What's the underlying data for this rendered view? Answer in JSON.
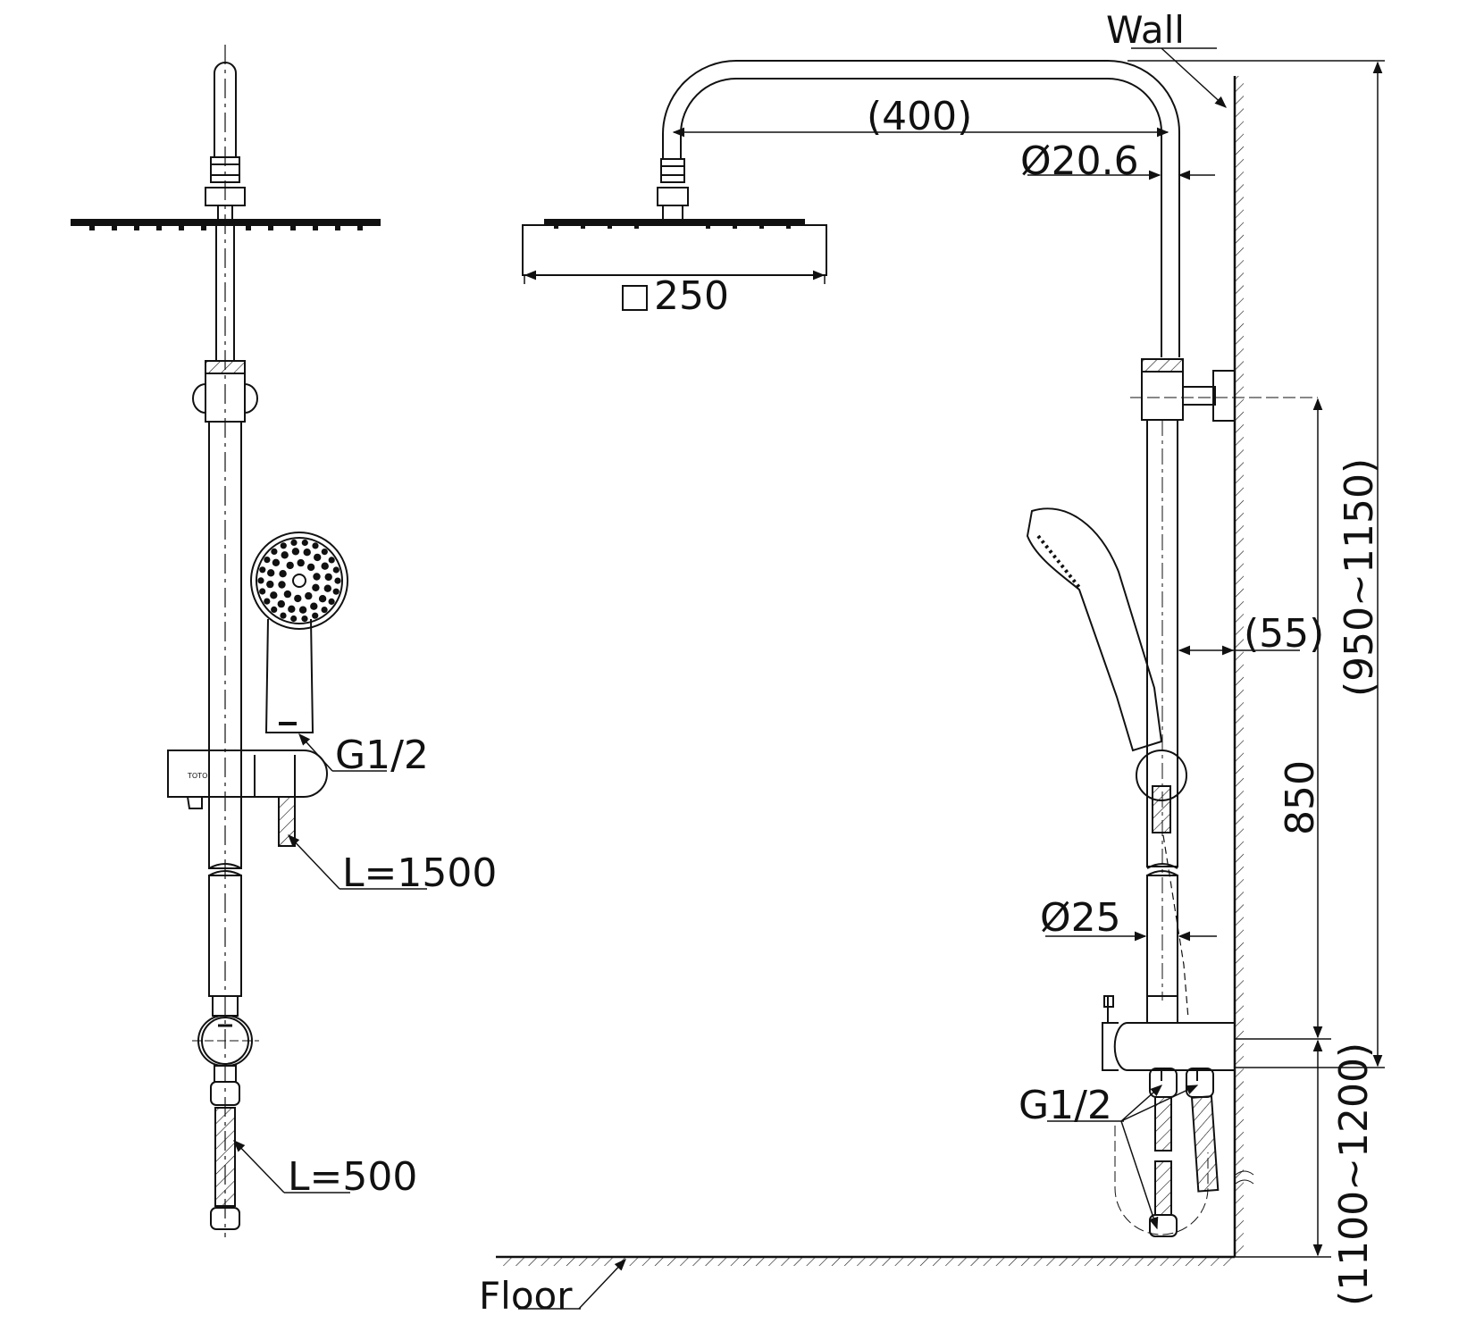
{
  "labels": {
    "wall": "Wall",
    "floor": "Floor"
  },
  "front_view": {
    "inlet_thread": "G1/2",
    "hand_hose_length": "L=1500",
    "supply_hose_length": "L=500",
    "brand": "TOTO"
  },
  "side_view": {
    "arm_reach": "(400)",
    "pipe_diameter_upper": "Ø20.6",
    "head_size": "250",
    "wall_offset": "(55)",
    "slide_bar_height": "850",
    "pipe_diameter_lower": "Ø25",
    "total_height": "(950~1150)",
    "mount_height": "(1100~1200)",
    "inlet_thread": "G1/2"
  },
  "colors": {
    "line": "#111111",
    "background": "#ffffff"
  }
}
